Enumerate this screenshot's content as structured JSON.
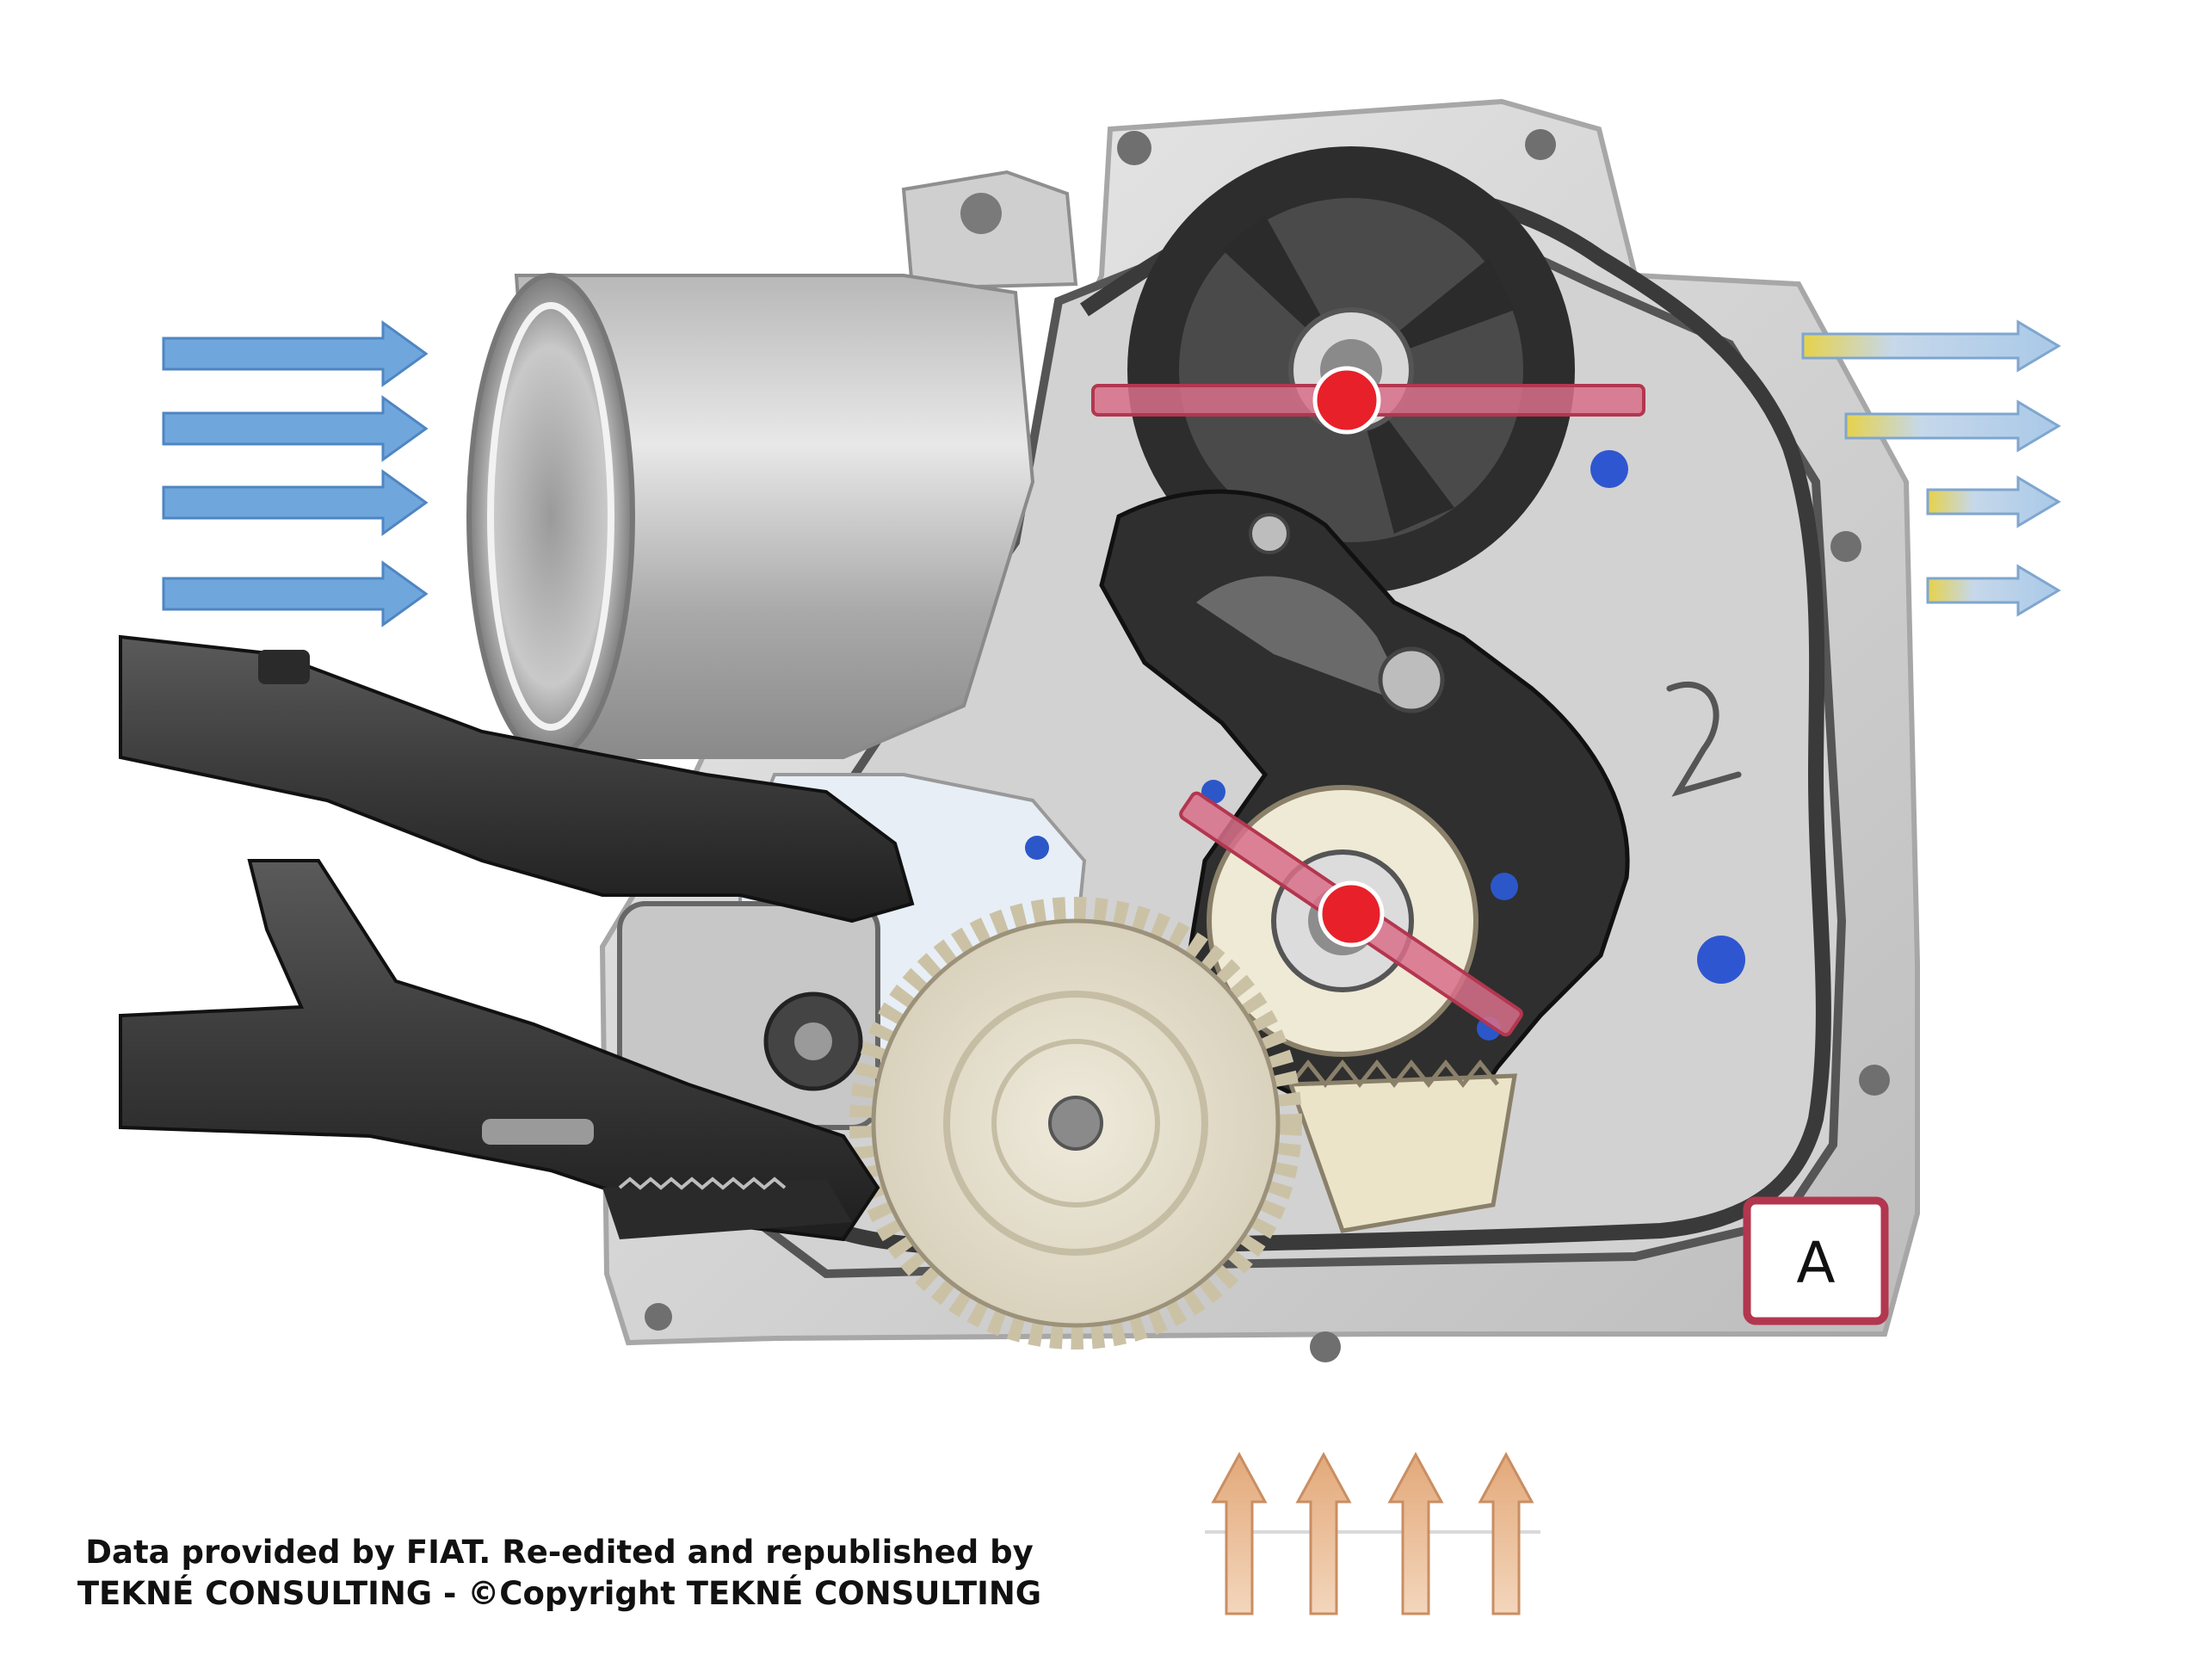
{
  "marker": {
    "label": "A",
    "border_color": "#b3364f"
  },
  "credit": {
    "line1": "Data provided by FIAT. Re-edited and republished by",
    "line2": "TEKNÉ CONSULTING - ©Copyright TEKNÉ CONSULTING"
  },
  "colors": {
    "intake_arrow": "#6fa6dc",
    "outflow_arrow": "#a9c9e8",
    "outflow_tip": "#e6d24a",
    "bottom_arrow": "#eab38a",
    "pivot_dot": "#e8202a",
    "pivot_bar": "#c94c6a"
  },
  "icons": {
    "intake_arrows": "right-arrow",
    "outflow_arrows": "right-arrow",
    "bottom_arrows": "up-arrow",
    "pivots": "red-dot"
  }
}
